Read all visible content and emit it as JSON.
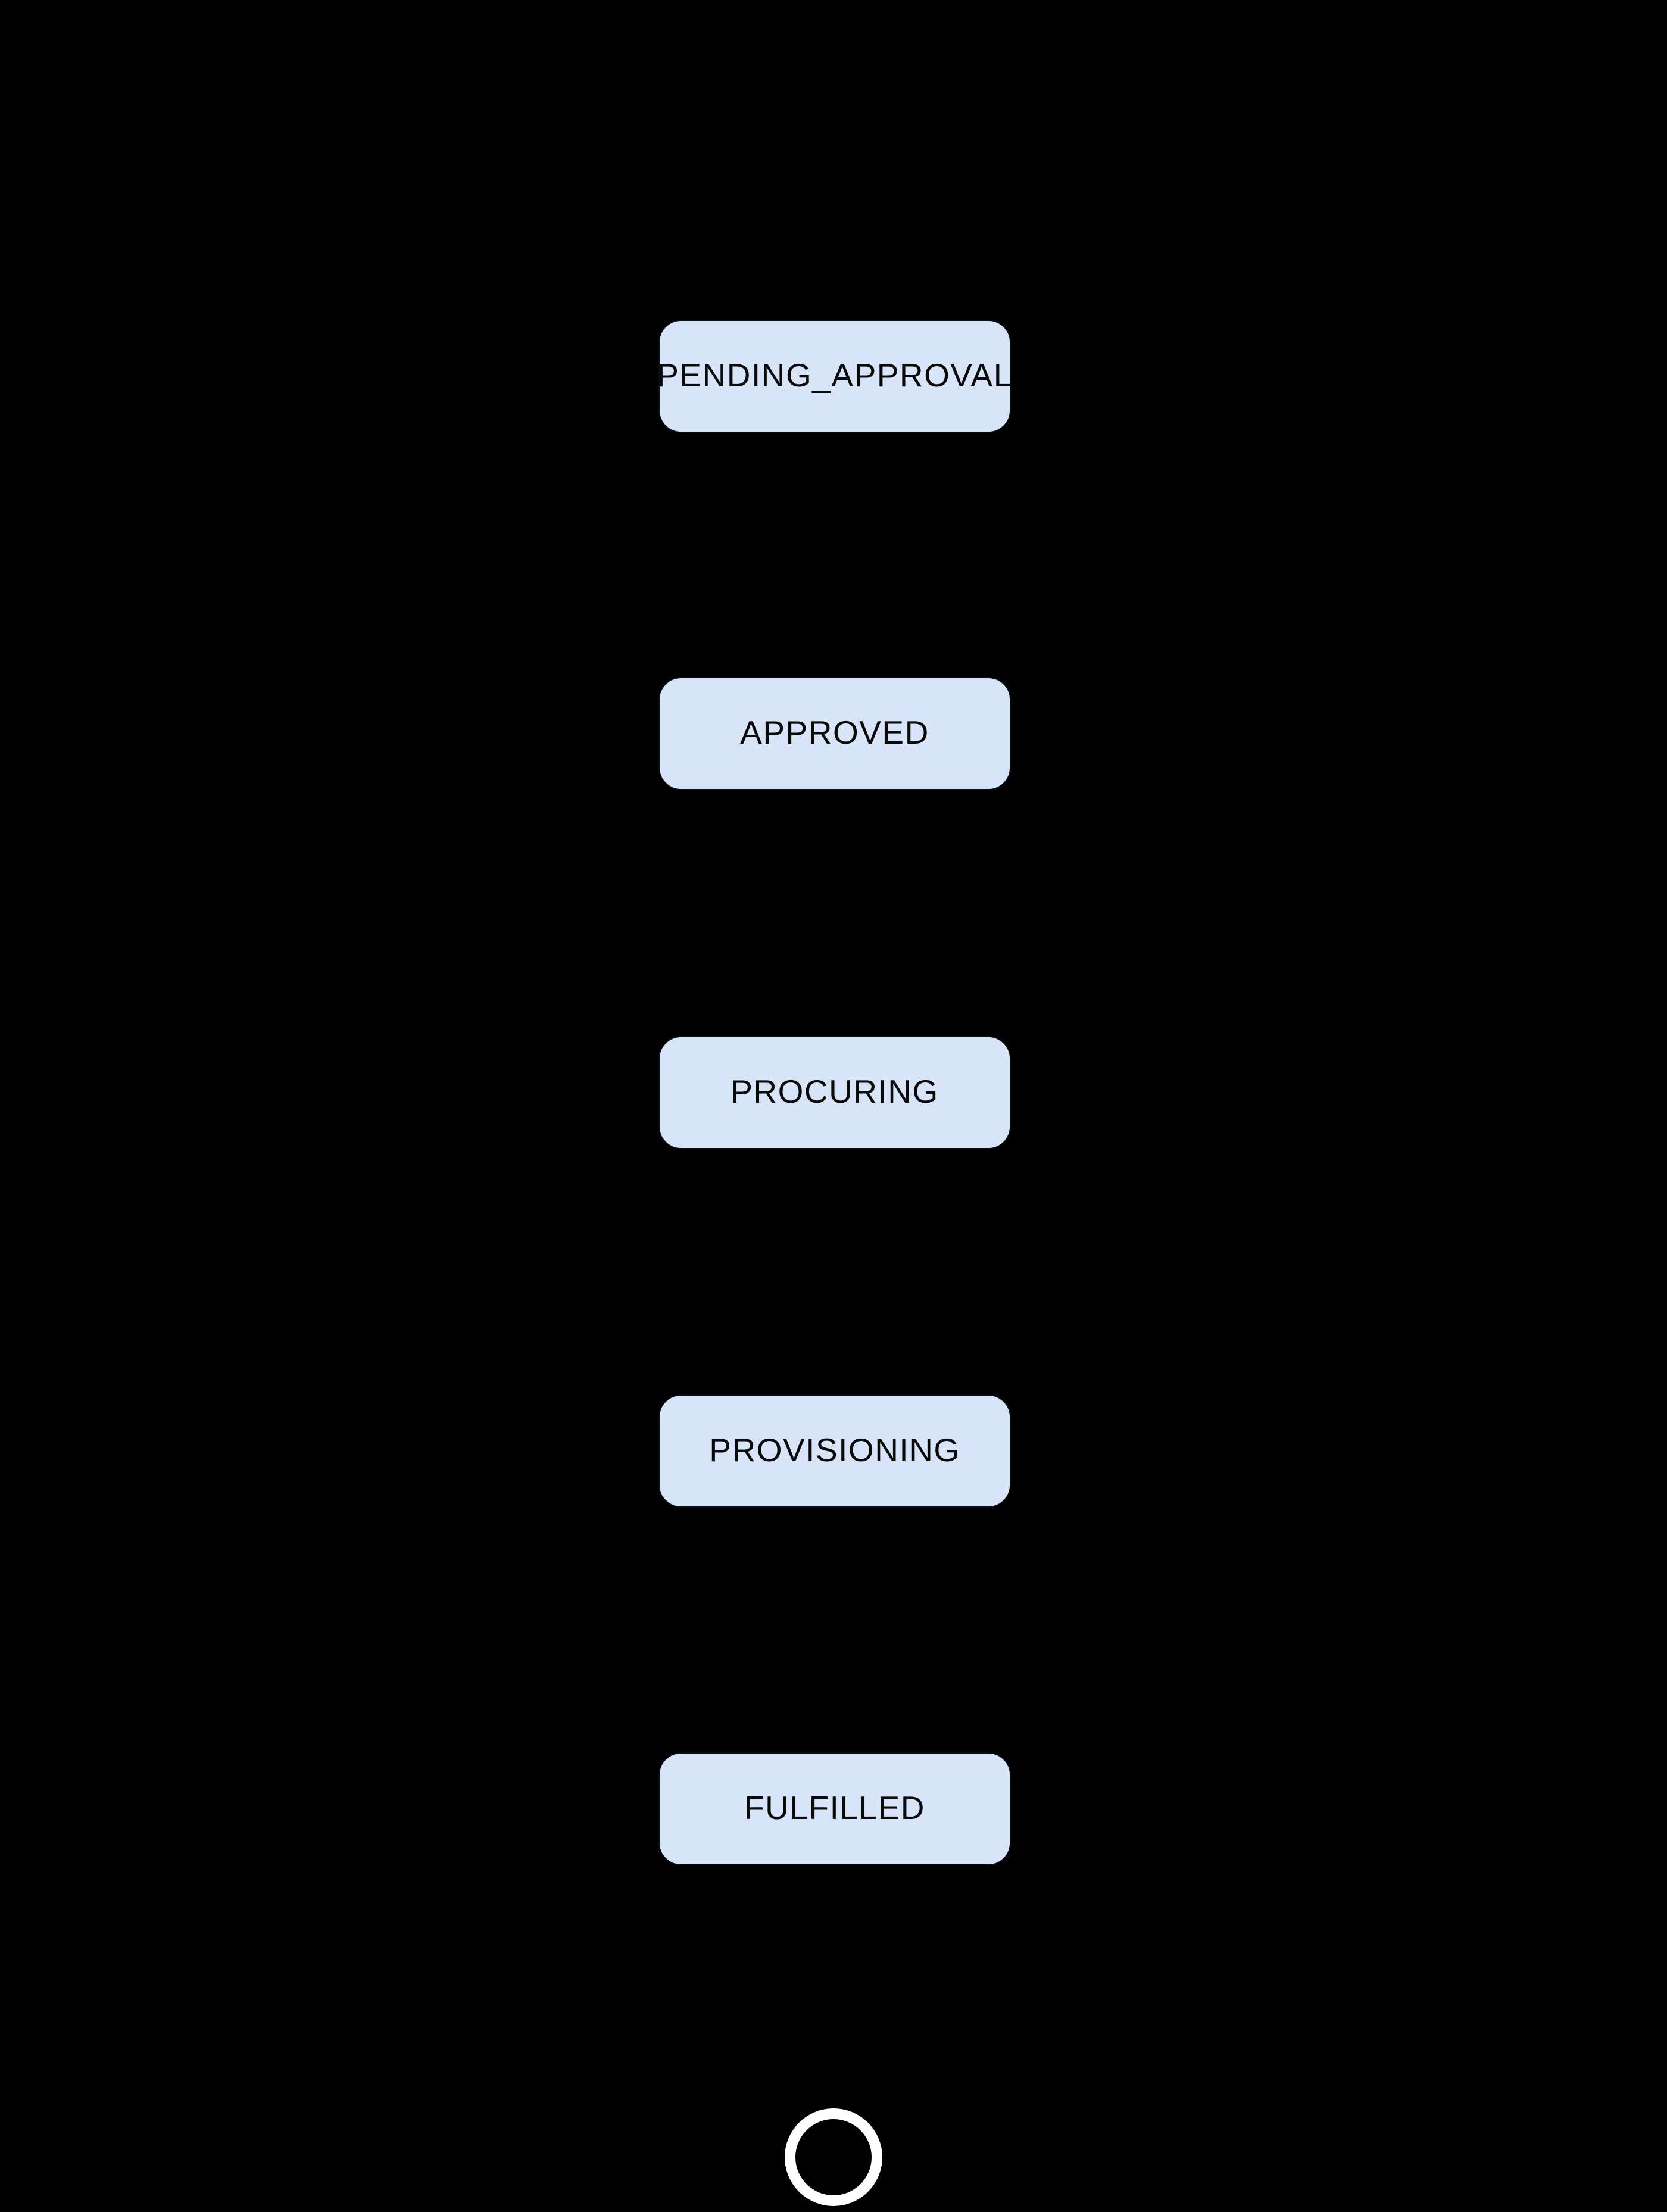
{
  "diagram": {
    "type": "state-flow-vertical",
    "background_color": "#000000",
    "node_fill_color": "#d8e4f7",
    "node_text_color": "#0a0a0a",
    "end_state_color": "#ffffff",
    "states": [
      {
        "label": "PENDING_APPROVAL"
      },
      {
        "label": "APPROVED"
      },
      {
        "label": "PROCURING"
      },
      {
        "label": "PROVISIONING"
      },
      {
        "label": "FULFILLED"
      }
    ],
    "end_state": {
      "shape": "ring"
    }
  }
}
